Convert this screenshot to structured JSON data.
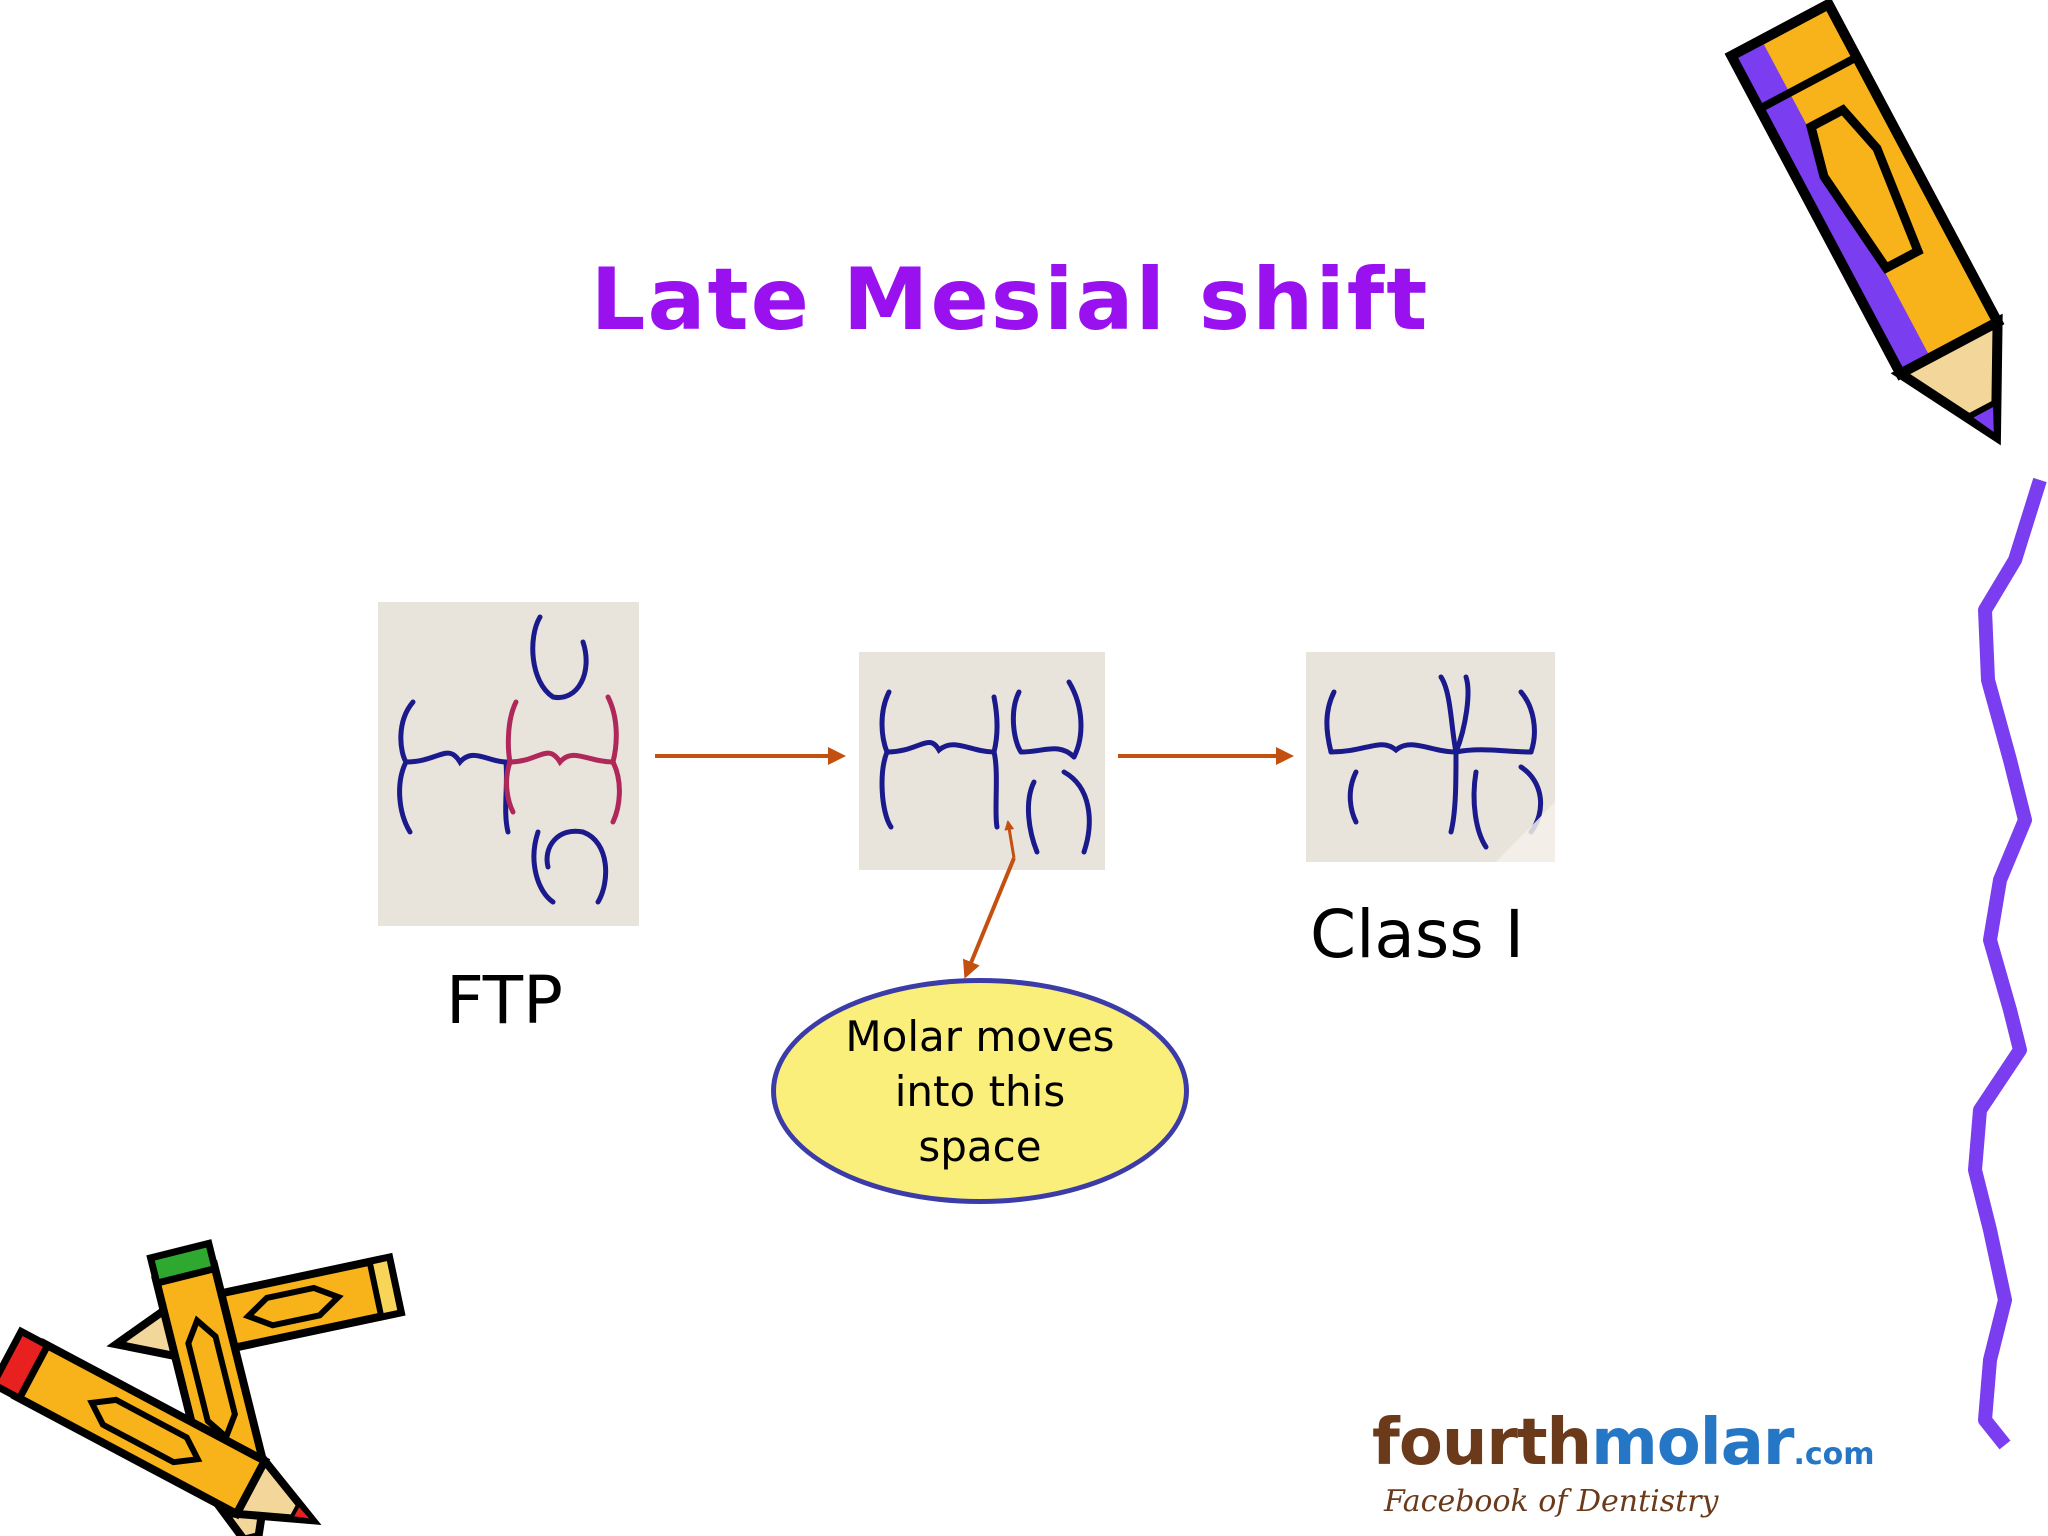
{
  "slide": {
    "title": "Late Mesial shift",
    "colors": {
      "title": "#9a11f0",
      "tooth_outline": "#1a1a8c",
      "tooth_highlight": "#b0285a",
      "arrow": "#c4500f",
      "callout_fill": "#fbef7c",
      "callout_border": "#3c3ca8",
      "border_zigzag": "#7a3df0",
      "panel_bg": "#e9e4db"
    },
    "stages": [
      {
        "id": "ftp",
        "label": "FTP"
      },
      {
        "id": "intermediate",
        "label": ""
      },
      {
        "id": "class-i",
        "label": "Class I"
      }
    ],
    "callout": {
      "lines": [
        "Molar moves",
        "into this",
        "space"
      ]
    },
    "decorations": {
      "top_right": "pencil-icon",
      "bottom_left": "crossed-pencils-icon",
      "right_edge": "zigzag-border"
    },
    "logo": {
      "part1": "fourth",
      "part2": "molar",
      "part3": ".com",
      "tagline": "Facebook of Dentistry"
    }
  }
}
